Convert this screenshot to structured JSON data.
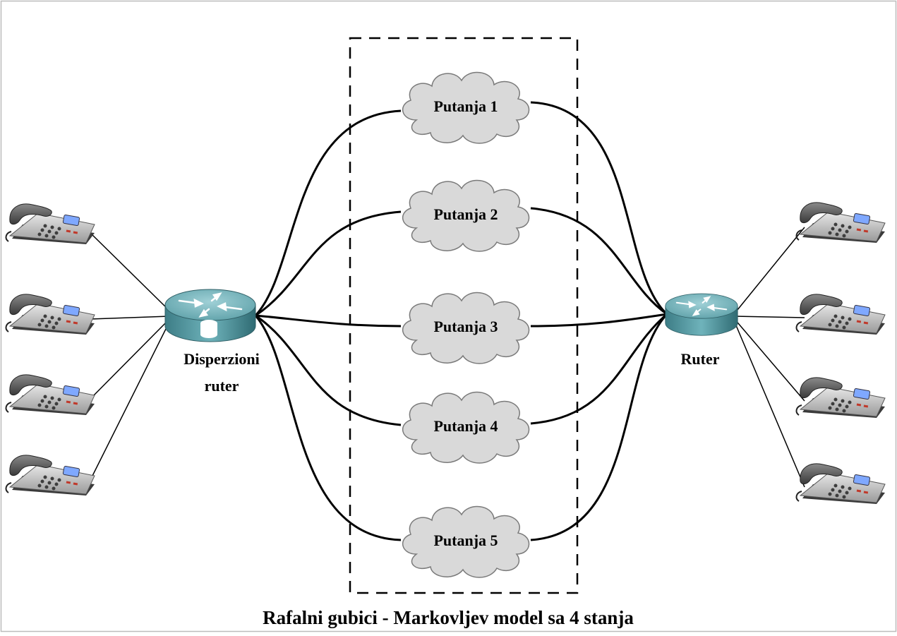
{
  "diagram": {
    "caption": "Rafalni gubici - Markovljev model sa 4 stanja",
    "left_router": {
      "label_line1": "Disperzioni",
      "label_line2": "ruter",
      "icon": "dispersion-router-icon"
    },
    "right_router": {
      "label": "Ruter",
      "icon": "router-icon"
    },
    "paths": [
      "Putanja 1",
      "Putanja 2",
      "Putanja 3",
      "Putanja 4",
      "Putanja 5"
    ],
    "left_phones": 4,
    "right_phones": 4,
    "colors": {
      "cloud_fill": "#d9d9d9",
      "router_body": "#4f8f98",
      "router_top": "#6fb3bb",
      "line": "#000000"
    }
  }
}
